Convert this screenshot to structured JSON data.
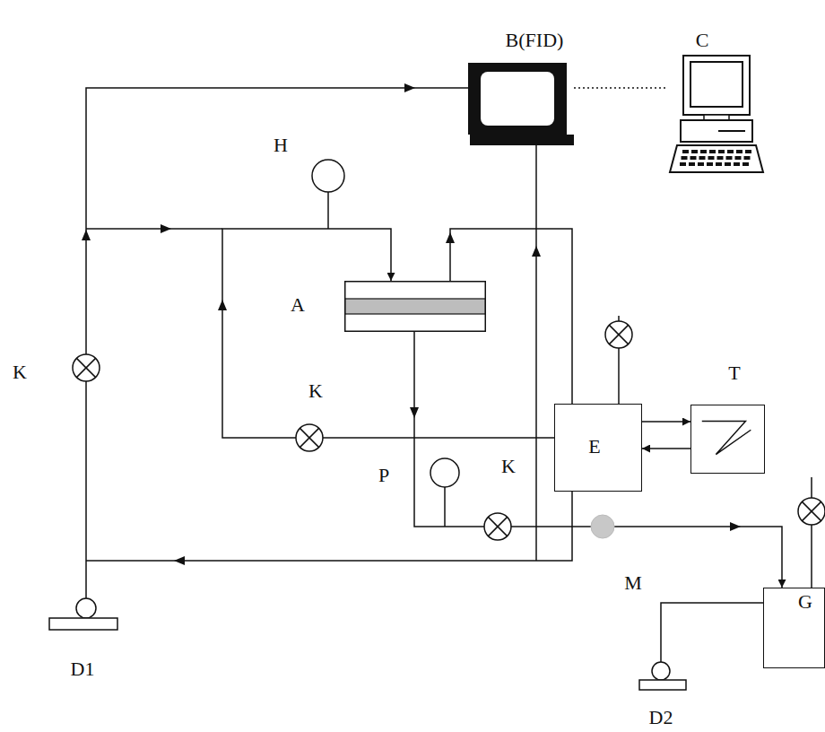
{
  "diagram": {
    "nodes": [
      {
        "text": [
          "B(FID)"
        ]
      },
      {
        "text": [
          "C"
        ]
      },
      {
        "text": [
          "A"
        ]
      },
      {
        "text": [
          "E"
        ]
      },
      {
        "text": [
          "T"
        ]
      },
      {
        "text": [
          "G"
        ]
      }
    ],
    "edges": [
      {
        "from": 0,
        "to": 1,
        "arrow": "none"
      },
      {
        "from": 3,
        "to": 4,
        "arrow": "to"
      },
      {
        "from": 4,
        "to": 3,
        "arrow": "to"
      },
      {
        "from": 2,
        "to": 5,
        "arrow": "to"
      },
      {
        "from": 3,
        "to": 2,
        "arrow": "to"
      }
    ],
    "labels": [
      "H",
      "K",
      "K",
      "K",
      "P",
      "M",
      "D1",
      "D2"
    ]
  }
}
